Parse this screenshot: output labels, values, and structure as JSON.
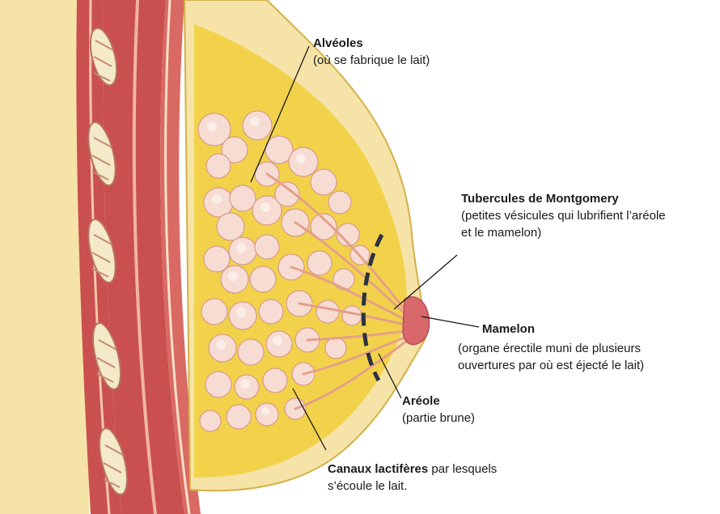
{
  "colors": {
    "background": "#ffffff",
    "skin": "#f6e3a8",
    "fat": "#f2d24a",
    "fat_light": "#f7e27a",
    "lobule": "#f7dcd4",
    "lobule_edge": "#d89a8c",
    "muscle": "#c9504f",
    "muscle_light": "#e69a86",
    "rib": "#f4e9c8",
    "nipple": "#d9686b",
    "leader": "#1a1a1a"
  },
  "labels": {
    "alveoles": {
      "title": "Alvéoles",
      "desc": "(où se fabrique le lait)"
    },
    "montgomery": {
      "title": "Tubercules de Montgomery",
      "desc1": "(petites vésicules qui lubrifient l’aréole",
      "desc2": "et le mamelon)"
    },
    "mamelon": {
      "title": "Mamelon",
      "desc1": "(organe érectile muni de plusieurs",
      "desc2": "ouvertures par où est éjecté le lait)"
    },
    "areole": {
      "title": "Aréole",
      "desc": "(partie brune)"
    },
    "canaux": {
      "title": "Canaux lactifères",
      "desc1": " par lesquels",
      "desc2": "s’écoule le lait."
    }
  }
}
